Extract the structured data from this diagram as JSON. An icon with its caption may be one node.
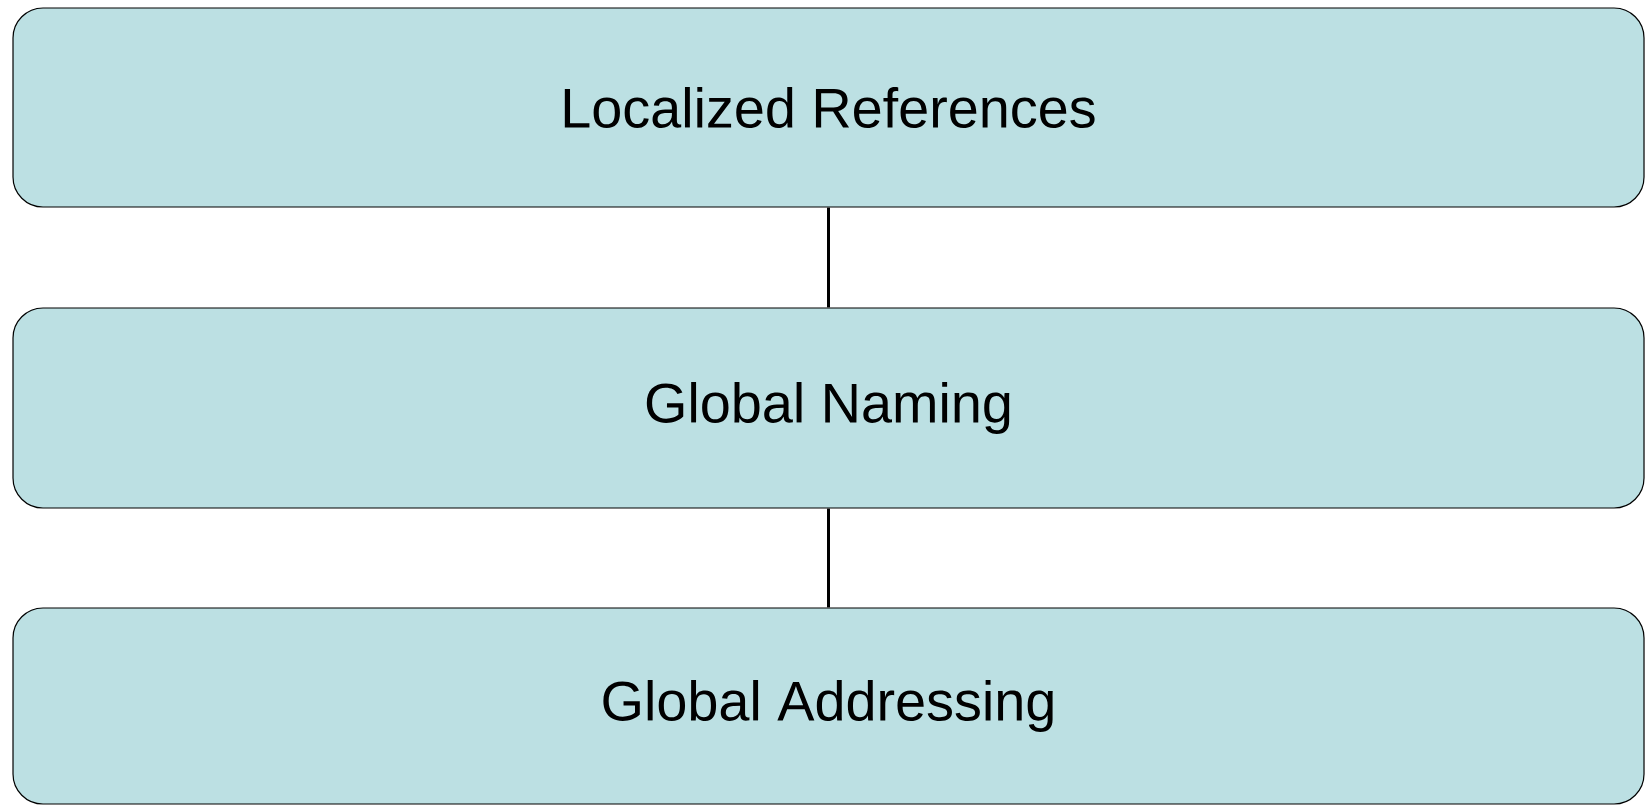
{
  "diagram": {
    "nodes": [
      {
        "text": [
          "Localized References"
        ]
      },
      {
        "text": [
          "Global Naming"
        ]
      },
      {
        "text": [
          "Global Addressing"
        ]
      }
    ],
    "edges": [
      {
        "from": 0,
        "to": 1,
        "arrow": "none"
      },
      {
        "from": 1,
        "to": 2,
        "arrow": "none"
      }
    ]
  }
}
